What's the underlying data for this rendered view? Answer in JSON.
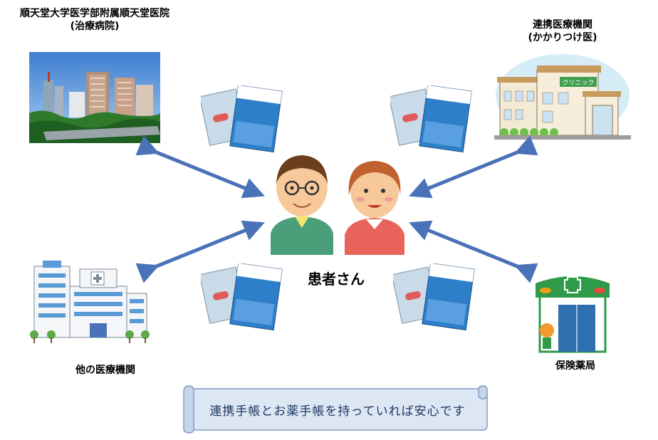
{
  "labels": {
    "hospital_main": "順天堂大学医学部附属順天堂医院",
    "hospital_sub": "(治療病院)",
    "clinic_main": "連携医療機関",
    "clinic_sub": "(かかりつけ医)",
    "other": "他の医療機関",
    "pharmacy": "保険薬局",
    "patient": "患者さん"
  },
  "clinic_sign": "クリニック",
  "banner": "連携手帳とお薬手帳を持っていれば安心です",
  "colors": {
    "arrow": "#4a72b8",
    "banner_bg": "#dde6f3",
    "banner_border": "#7f9cc8",
    "pharmacy_green": "#2e9a4a"
  },
  "icons": [
    "hospital-photo",
    "clinic-building-icon",
    "large-hospital-icon",
    "pharmacy-icon",
    "patient-couple-icon",
    "medicine-notebook-icon",
    "liaison-notebook-icon"
  ]
}
